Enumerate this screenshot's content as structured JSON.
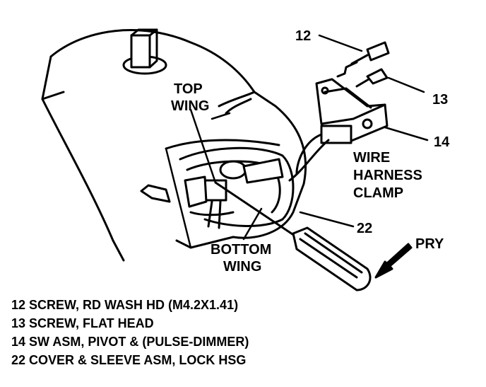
{
  "callouts": {
    "n12": "12",
    "n13": "13",
    "n14": "14",
    "n22": "22",
    "top_wing_1": "TOP",
    "top_wing_2": "WING",
    "bottom_wing_1": "BOTTOM",
    "bottom_wing_2": "WING",
    "harness_1": "WIRE",
    "harness_2": "HARNESS",
    "harness_3": "CLAMP",
    "pry": "PRY"
  },
  "legend": [
    "12 SCREW, RD WASH HD (M4.2X1.41)",
    "13 SCREW, FLAT HEAD",
    "14 SW ASM, PIVOT & (PULSE-DIMMER)",
    "22 COVER & SLEEVE ASM, LOCK HSG"
  ],
  "colors": {
    "ink": "#000000",
    "paper": "#ffffff"
  }
}
